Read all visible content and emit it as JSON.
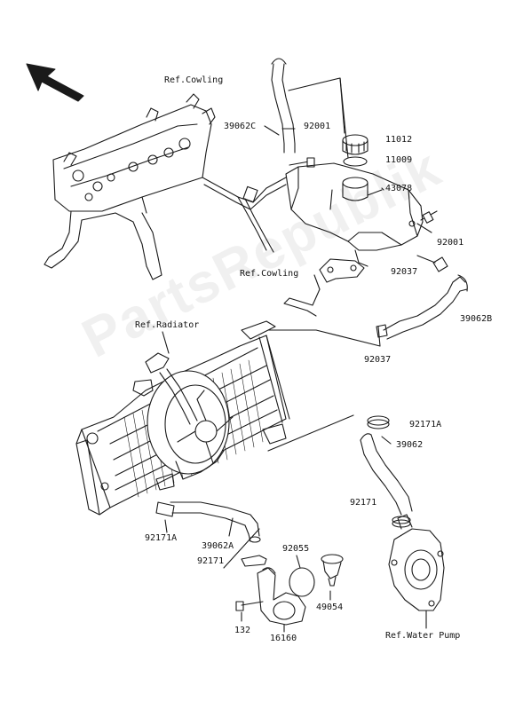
{
  "labels": {
    "ref_cowling_top": "Ref.Cowling",
    "p39062C": "39062C",
    "p92001_top": "92001",
    "p11012": "11012",
    "p11009": "11009",
    "p43078": "43078",
    "p92001_right": "92001",
    "ref_cowling_mid": "Ref.Cowling",
    "p92037_top": "92037",
    "p39062B": "39062B",
    "ref_radiator": "Ref.Radiator",
    "p92037_mid": "92037",
    "p92171A_right": "92171A",
    "p39062": "39062",
    "p92171_right": "92171",
    "p92171A_left": "92171A",
    "p39062A": "39062A",
    "p92055": "92055",
    "p92171_left": "92171",
    "p49054": "49054",
    "p132": "132",
    "p16160": "16160",
    "ref_water_pump": "Ref.Water Pump"
  },
  "watermark": "PartsRepublik",
  "colors": {
    "line": "#1a1a1a",
    "fill": "#ffffff",
    "shade": "#d9d9d9"
  }
}
